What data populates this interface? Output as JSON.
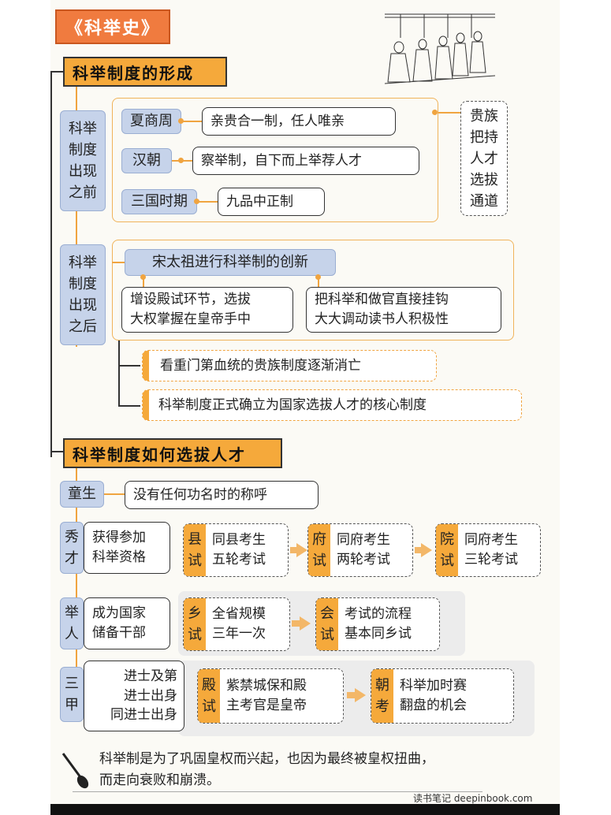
{
  "title": "《科举史》",
  "sections": {
    "formation": {
      "heading": "科举制度的形成",
      "before": {
        "label": "科举制度出现之前",
        "eras": [
          {
            "era": "夏商周",
            "desc": "亲贵合一制，任人唯亲"
          },
          {
            "era": "汉朝",
            "desc": "察举制，自下而上举荐人才"
          },
          {
            "era": "三国时期",
            "desc": "九品中正制"
          }
        ],
        "summary": "贵族把持人才选拔通道"
      },
      "after": {
        "label": "科举制度出现之后",
        "root": "宋太祖进行科举制的创新",
        "branches": [
          {
            "line1": "增设殿试环节，选拔",
            "line2": "大权掌握在皇帝手中"
          },
          {
            "line1": "把科举和做官直接挂钩",
            "line2": "大大调动读书人积极性"
          }
        ],
        "results": [
          "看重门第血统的贵族制度逐渐消亡",
          "科举制度正式确立为国家选拔人才的核心制度"
        ]
      }
    },
    "selection": {
      "heading": "科举制度如何选拔人才",
      "tongsheng": {
        "label": "童生",
        "desc": "没有任何功名时的称呼"
      },
      "xiucai": {
        "label": "秀才",
        "desc_line1": "获得参加",
        "desc_line2": "科举资格",
        "exams": [
          {
            "tag": "县试",
            "line1": "同县考生",
            "line2": "五轮考试"
          },
          {
            "tag": "府试",
            "line1": "同府考生",
            "line2": "两轮考试"
          },
          {
            "tag": "院试",
            "line1": "同府考生",
            "line2": "三轮考试"
          }
        ]
      },
      "juren": {
        "label": "举人",
        "desc_line1": "成为国家",
        "desc_line2": "储备干部",
        "exams": [
          {
            "tag": "乡试",
            "line1": "全省规模",
            "line2": "三年一次"
          },
          {
            "tag": "会试",
            "line1": "考试的流程",
            "line2": "基本同乡试"
          }
        ]
      },
      "sanjia": {
        "label": "三甲",
        "ranks": [
          "进士及第",
          "进士出身",
          "同进士出身"
        ],
        "exams": [
          {
            "tag": "殿试",
            "line1": "紫禁城保和殿",
            "line2": "主考官是皇帝"
          },
          {
            "tag": "朝考",
            "line1": "科举加时赛",
            "line2": "翻盘的机会"
          }
        ]
      }
    }
  },
  "footer": {
    "line1": "科举制是为了巩固皇权而兴起，也因为最终被皇权扭曲，",
    "line2": "而走向衰败和崩溃。"
  },
  "watermark": "读书笔记 deepinbook.com",
  "icons": [
    "brush-icon",
    "arrow-right-icon"
  ],
  "colors": {
    "orange": "#f07b3f",
    "amber": "#f5a93b",
    "blue": "#c6d3ea"
  }
}
